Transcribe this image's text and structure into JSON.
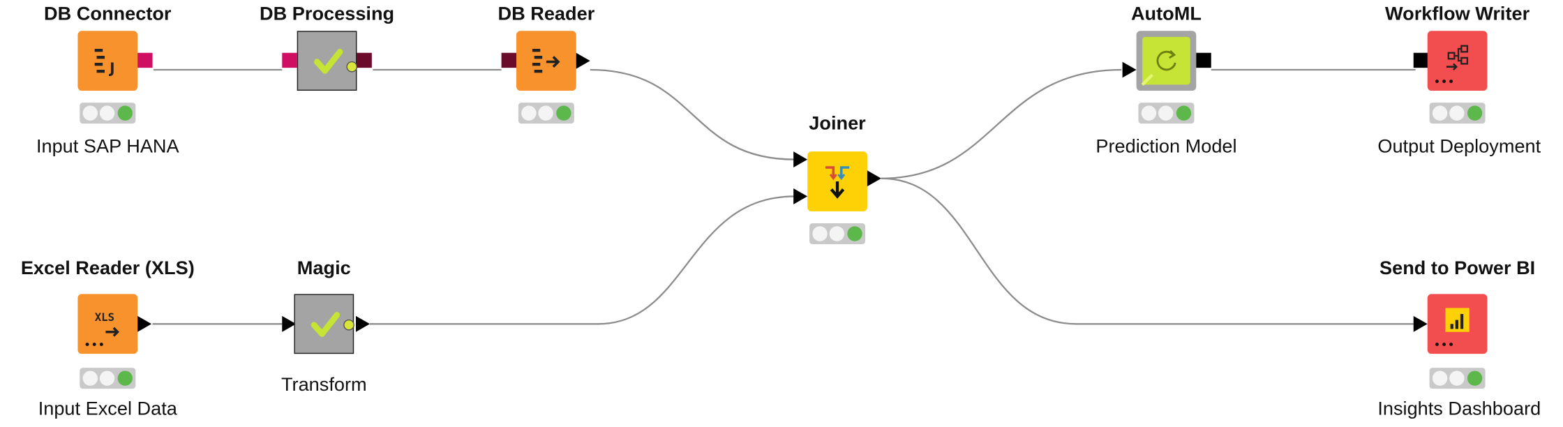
{
  "nodes": {
    "db_connector": {
      "title": "DB Connector",
      "label": "Input SAP HANA",
      "icon": "database-connector-icon"
    },
    "db_processing": {
      "title": "DB Processing",
      "label": "",
      "icon": "checkmark-icon"
    },
    "db_reader": {
      "title": "DB Reader",
      "label": "",
      "icon": "database-reader-icon"
    },
    "joiner": {
      "title": "Joiner",
      "label": "",
      "icon": "joiner-icon"
    },
    "automl": {
      "title": "AutoML",
      "label": "Prediction Model",
      "icon": "automl-icon"
    },
    "workflow_writer": {
      "title": "Workflow Writer",
      "label": "Output Deployment",
      "icon": "workflow-writer-icon"
    },
    "excel_reader": {
      "title": "Excel Reader (XLS)",
      "label": "Input Excel Data",
      "icon_text": "XLS",
      "icon": "excel-reader-icon"
    },
    "magic": {
      "title": "Magic",
      "label": "Transform",
      "icon": "checkmark-icon"
    },
    "power_bi": {
      "title": "Send to Power BI",
      "label": "Insights Dashboard",
      "icon": "power-bi-icon"
    }
  },
  "colors": {
    "orange": "#f7922d",
    "yellow": "#fdd106",
    "red": "#f24e4f",
    "green": "#c6e436",
    "gray": "#a4a4a4",
    "db_port": "#cf0f62",
    "db_port_dark": "#6b0b2c",
    "status_ok": "#5db84c",
    "wire": "#8c8c8c"
  }
}
